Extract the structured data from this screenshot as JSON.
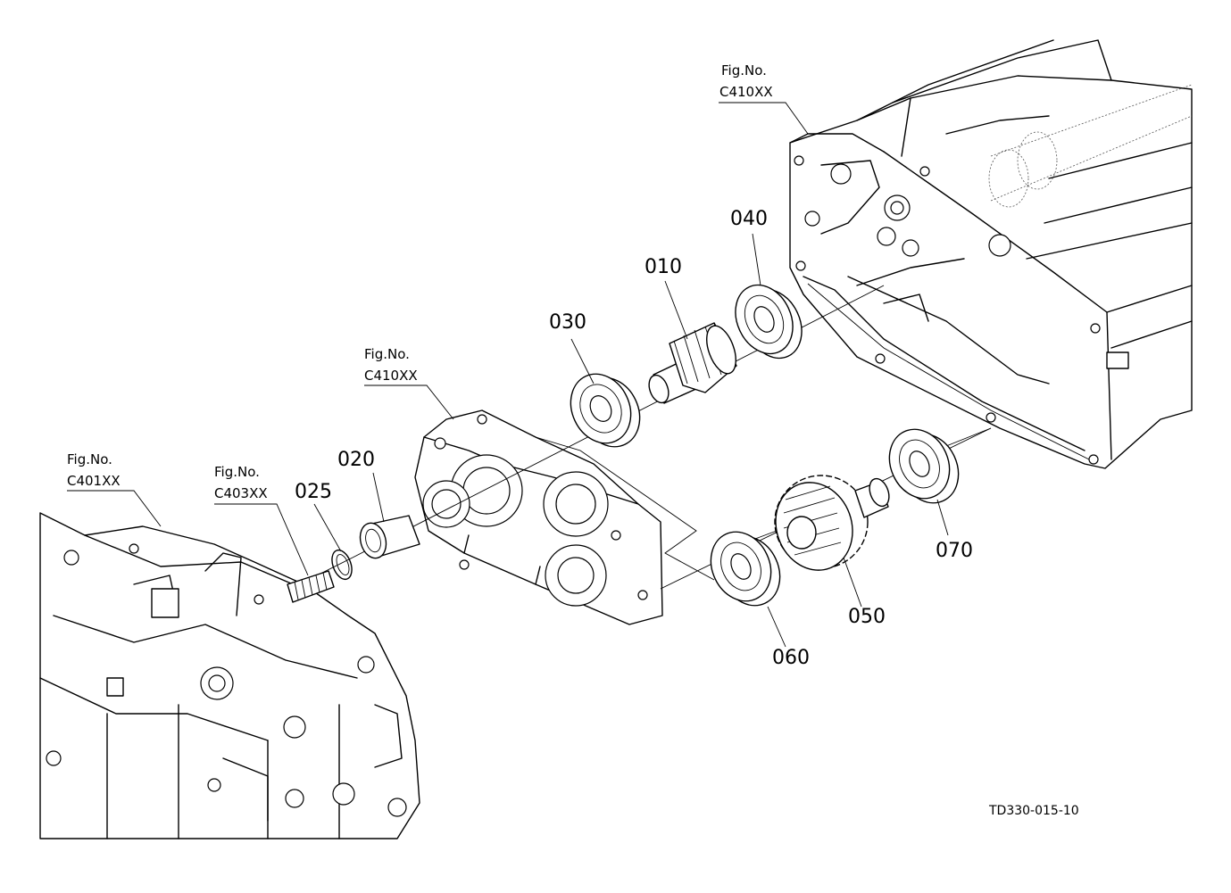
{
  "figure_refs": {
    "rear_case_top": {
      "line1": "Fig.No.",
      "line2": "C410XX"
    },
    "bearing_case": {
      "line1": "Fig.No.",
      "line2": "C410XX"
    },
    "mission_case": {
      "line1": "Fig.No.",
      "line2": "C401XX"
    },
    "shaft_ref": {
      "line1": "Fig.No.",
      "line2": "C403XX"
    }
  },
  "parts": {
    "p010": "010",
    "p020": "020",
    "p025": "025",
    "p030": "030",
    "p040": "040",
    "p050": "050",
    "p060": "060",
    "p070": "070"
  },
  "drawing_code": "TD330-015-10"
}
